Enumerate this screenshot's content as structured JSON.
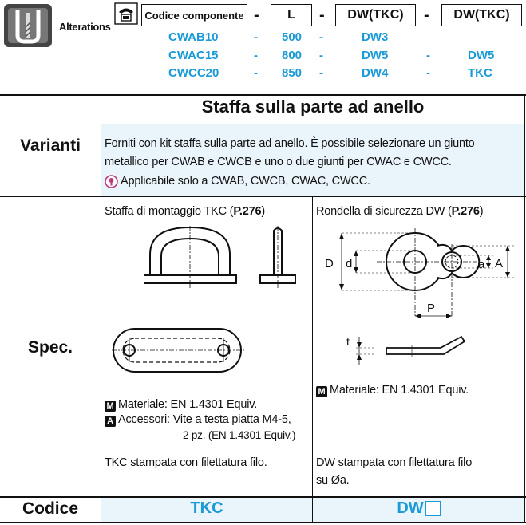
{
  "header": {
    "alterations_label": "Alterations",
    "boxes": [
      "Codice componente",
      "L",
      "DW(TKC)",
      "DW(TKC)"
    ],
    "separator": "-",
    "examples": [
      {
        "part": "CWAB10",
        "l": "500",
        "dw1": "DW3",
        "dw2": ""
      },
      {
        "part": "CWAC15",
        "l": "800",
        "dw1": "DW5",
        "dw2": "DW5"
      },
      {
        "part": "CWCC20",
        "l": "850",
        "dw1": "DW4",
        "dw2": "TKC"
      }
    ]
  },
  "table": {
    "title": "Staffa sulla parte ad anello",
    "varianti": {
      "label": "Varianti",
      "line1": "Forniti con kit staffa sulla parte ad anello. È possibile selezionare un giunto",
      "line2": "metallico per CWAB e CWCB e uno o due giunti per CWAC e CWCC.",
      "note": "Applicabile solo a CWAB, CWCB, CWAC, CWCC."
    },
    "spec": {
      "label": "Spec.",
      "tkc": {
        "title_prefix": "Staffa di montaggio TKC (",
        "title_page": "P.276",
        "title_suffix": ")",
        "material_badge": "M",
        "material": "Materiale: EN 1.4301 Equiv.",
        "accessory_badge": "A",
        "accessory_line1": "Accessori: Vite a testa piatta M4-5,",
        "accessory_line2": "2 pz. (EN 1.4301 Equiv.)"
      },
      "dw": {
        "title_prefix": "Rondella di sicurezza DW (",
        "title_page": "P.276",
        "title_suffix": ")",
        "material_badge": "M",
        "material": "Materiale: EN 1.4301 Equiv.",
        "dim_D": "D",
        "dim_d": "d",
        "dim_a": "a",
        "dim_A": "A",
        "dim_P": "P",
        "dim_t": "t"
      }
    },
    "stamp": {
      "tkc": "TKC stampata con filettatura filo.",
      "dw_line1": "DW stampata con filettatura filo",
      "dw_line2": "su Øa."
    },
    "codice": {
      "label": "Codice",
      "tkc": "TKC",
      "dw": "DW"
    }
  },
  "colors": {
    "accent": "#1a9ad6",
    "highlight_bg": "#eaf4fb",
    "note_icon": "#c0397a"
  }
}
